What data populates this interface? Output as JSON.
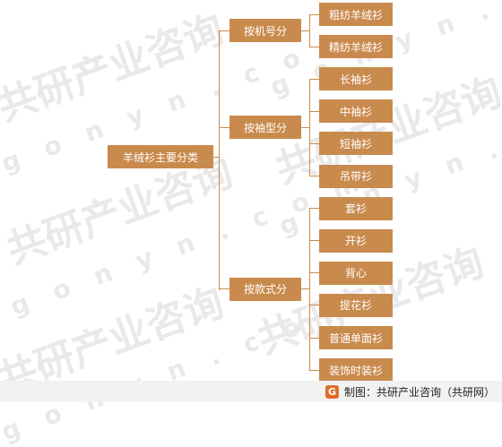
{
  "root": {
    "label": "羊绒衫主要分类"
  },
  "categories": [
    {
      "label": "按机号分",
      "items": [
        "粗纺羊绒衫",
        "精纺羊绒衫"
      ]
    },
    {
      "label": "按袖型分",
      "items": [
        "长袖衫",
        "中袖衫",
        "短袖衫",
        "吊带衫"
      ]
    },
    {
      "label": "按款式分",
      "items": [
        "套衫",
        "开衫",
        "背心",
        "提花衫",
        "普通单面衫",
        "装饰时装衫"
      ]
    }
  ],
  "footer": {
    "logo": "G",
    "text": "制图：共研产业咨询（共研网）"
  },
  "watermark": {
    "cn": "共研产业咨询",
    "en": "g o n y n . c o m"
  },
  "colors": {
    "node": "#c98a4d",
    "watermark": "#e9e9e9"
  }
}
